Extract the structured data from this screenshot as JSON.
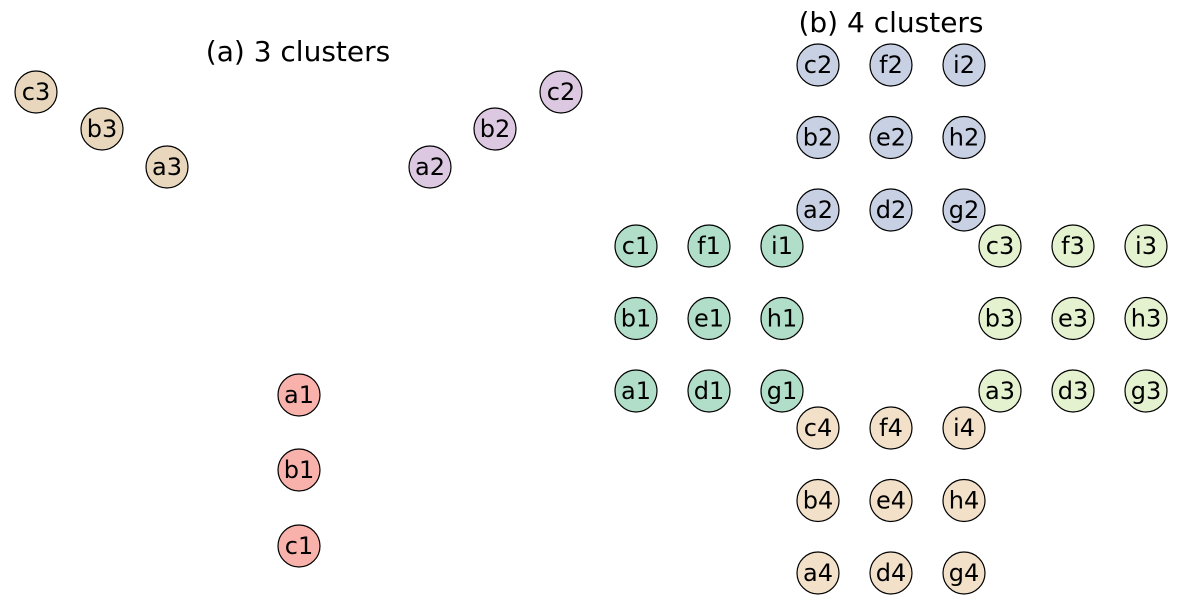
{
  "colors": {
    "peach": "#e8d7bc",
    "lilac": "#dcc8e0",
    "salmon": "#f9b2ab",
    "slate": "#c8d1e3",
    "mint": "#b1dec9",
    "lime": "#e4f2d0",
    "sand": "#f2e0c8"
  },
  "panels": [
    {
      "title": "(a) 3 clusters",
      "clusters": [
        {
          "color": "peach",
          "nodes": [
            "c3",
            "b3",
            "a3"
          ]
        },
        {
          "color": "lilac",
          "nodes": [
            "a2",
            "b2",
            "c2"
          ]
        },
        {
          "color": "salmon",
          "nodes": [
            "a1",
            "b1",
            "c1"
          ]
        }
      ]
    },
    {
      "title": "(b) 4 clusters",
      "clusters": [
        {
          "color": "slate",
          "nodes": [
            "c2",
            "f2",
            "i2",
            "b2",
            "e2",
            "h2",
            "a2",
            "d2",
            "g2"
          ]
        },
        {
          "color": "mint",
          "nodes": [
            "c1",
            "f1",
            "i1",
            "b1",
            "e1",
            "h1",
            "a1",
            "d1",
            "g1"
          ]
        },
        {
          "color": "lime",
          "nodes": [
            "c3",
            "f3",
            "i3",
            "b3",
            "e3",
            "h3",
            "a3",
            "d3",
            "g3"
          ]
        },
        {
          "color": "sand",
          "nodes": [
            "c4",
            "f4",
            "i4",
            "b4",
            "e4",
            "h4",
            "a4",
            "d4",
            "g4"
          ]
        }
      ]
    }
  ]
}
